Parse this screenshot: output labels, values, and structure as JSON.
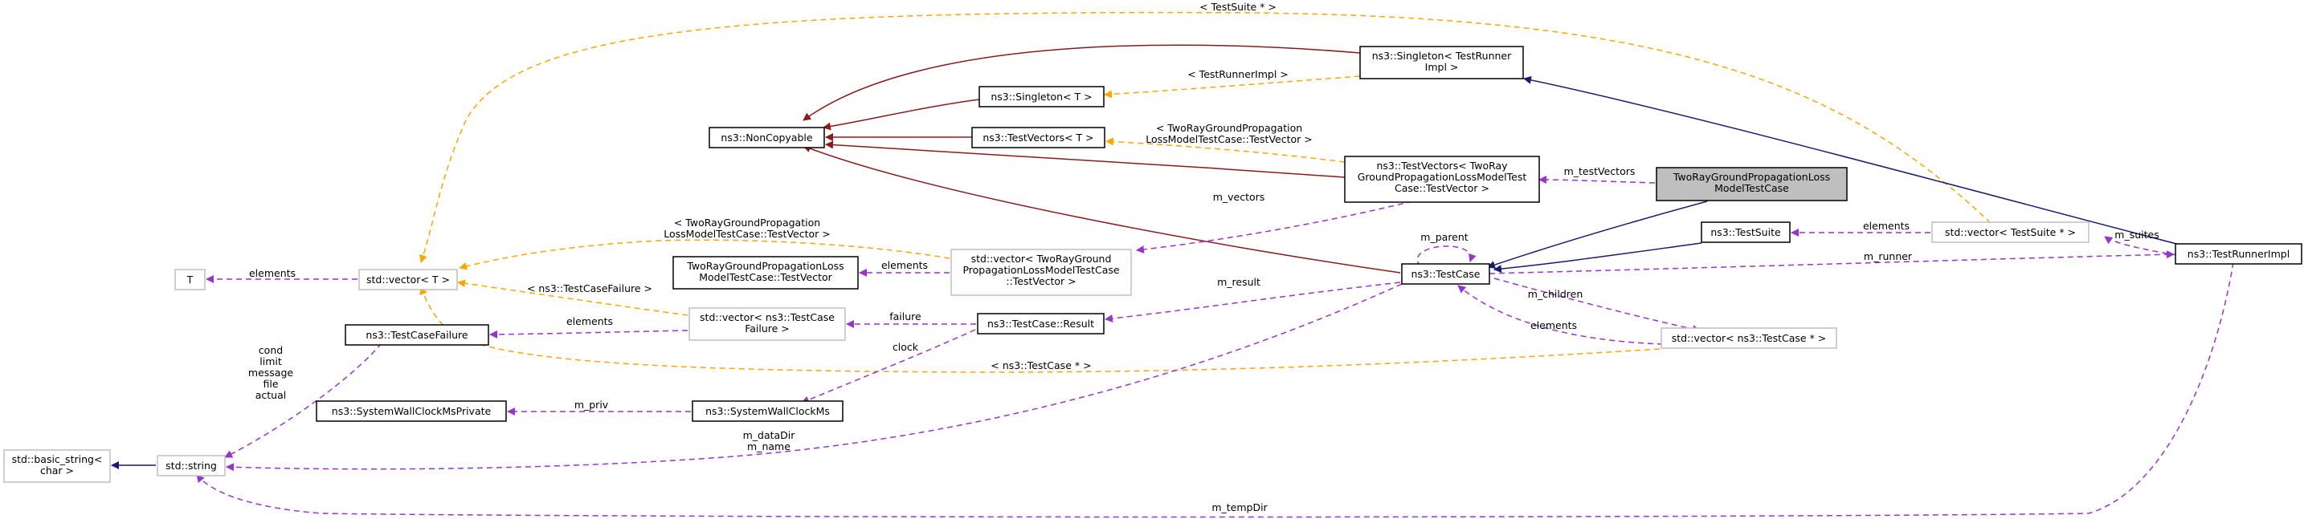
{
  "nodes": {
    "singleton_runner": [
      "ns3::Singleton< TestRunner",
      "Impl >"
    ],
    "singleton_t": [
      "ns3::Singleton< T >"
    ],
    "noncopyable": [
      "ns3::NonCopyable"
    ],
    "testvectors_t": [
      "ns3::TestVectors< T >"
    ],
    "testvectors_tworay": [
      "ns3::TestVectors< TwoRay",
      "GroundPropagationLossModelTest",
      "Case::TestVector >"
    ],
    "tworay_testcase": [
      "TwoRayGroundPropagationLoss",
      "ModelTestCase"
    ],
    "testsuite": [
      "ns3::TestSuite"
    ],
    "vector_testsuite": [
      "std::vector< TestSuite * >"
    ],
    "testrunnerimpl": [
      "ns3::TestRunnerImpl"
    ],
    "testcase": [
      "ns3::TestCase"
    ],
    "t": [
      "T"
    ],
    "vector_t": [
      "std::vector< T >"
    ],
    "tworay_testvector": [
      "TwoRayGroundPropagationLoss",
      "ModelTestCase::TestVector"
    ],
    "vector_tworay": [
      "std::vector< TwoRayGround",
      "PropagationLossModelTestCase",
      "::TestVector >"
    ],
    "vector_failure": [
      "std::vector< ns3::TestCase",
      "Failure >"
    ],
    "testcase_result": [
      "ns3::TestCase::Result"
    ],
    "vector_testcase": [
      "std::vector< ns3::TestCase * >"
    ],
    "testcasefailure": [
      "ns3::TestCaseFailure"
    ],
    "wallclock_private": [
      "ns3::SystemWallClockMsPrivate"
    ],
    "wallclock": [
      "ns3::SystemWallClockMs"
    ],
    "basic_string": [
      "std::basic_string<",
      "char >"
    ],
    "string": [
      "std::string"
    ]
  },
  "edge_labels": {
    "testsuite_tmpl": [
      "< TestSuite * >"
    ],
    "runnerimpl_tmpl": [
      "< TestRunnerImpl >"
    ],
    "tworay_tmpl_top": [
      "< TwoRayGroundPropagation",
      "LossModelTestCase::TestVector >"
    ],
    "m_testvectors": [
      "m_testVectors"
    ],
    "m_vectors": [
      "m_vectors"
    ],
    "tworay_tmpl_left": [
      "< TwoRayGroundPropagation",
      "LossModelTestCase::TestVector >"
    ],
    "t_elements": [
      "elements"
    ],
    "tworay_elements": [
      "elements"
    ],
    "failure_tmpl": [
      "< ns3::TestCaseFailure >"
    ],
    "failure_elements": [
      "elements"
    ],
    "failure": [
      "failure"
    ],
    "m_result": [
      "m_result"
    ],
    "m_parent": [
      "m_parent"
    ],
    "suite_elements": [
      "elements"
    ],
    "m_suites": [
      "m_suites"
    ],
    "m_runner": [
      "m_runner"
    ],
    "m_children": [
      "m_children"
    ],
    "case_elements": [
      "elements"
    ],
    "testcase_tmpl": [
      "< ns3::TestCase * >"
    ],
    "clock": [
      "clock"
    ],
    "m_priv": [
      "m_priv"
    ],
    "string_members": [
      "cond",
      "limit",
      "message",
      "file",
      "actual"
    ],
    "m_datadir": [
      "m_dataDir",
      "m_name"
    ],
    "m_tempdir": [
      "m_tempDir"
    ]
  },
  "legend_colors": {
    "public_inheritance": "#191970",
    "private_inheritance": "#8b1a1a",
    "usage": "#9a32cd",
    "template_instance": "#ffa500",
    "focus_fill": "#bfbfbf"
  }
}
